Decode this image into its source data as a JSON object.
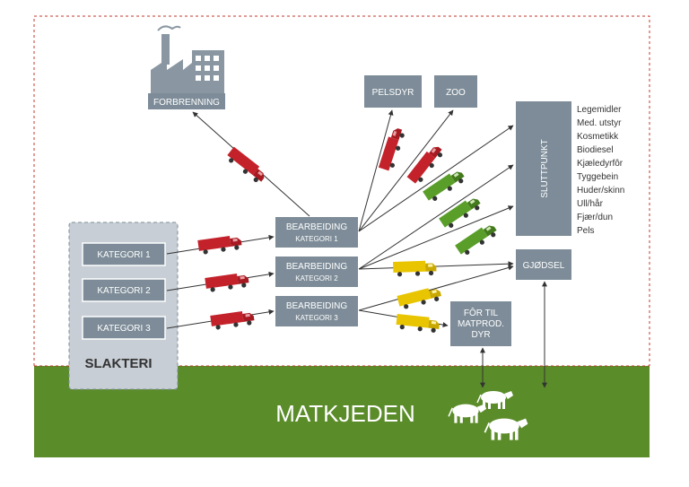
{
  "labels": {
    "forbrenning": "FORBRENNING",
    "pelsdyr": "PELSDYR",
    "zoo": "ZOO",
    "sluttpunkt": "SLUTTPUNKT",
    "gjodsel": "GJØDSEL",
    "for_til_1": "FÔR TIL",
    "for_til_2": "MATPROD.",
    "for_til_3": "DYR",
    "kategori1": "KATEGORI 1",
    "kategori2": "KATEGORI 2",
    "kategori3": "KATEGORI 3",
    "slakteri": "SLAKTERI",
    "bearbeiding": "BEARBEIDING",
    "bearb_kat1": "KATEGORI 1",
    "bearb_kat2": "KATEGORI 2",
    "bearb_kat3": "KATEGORI 3",
    "matkjeden": "MATKJEDEN"
  },
  "products": [
    "Legemidler",
    "Med. utstyr",
    "Kosmetikk",
    "Biodiesel",
    "Kjæledyrfôr",
    "Tyggebein",
    "Huder/skinn",
    "Ull/hår",
    "Fjær/dun",
    "Pels"
  ],
  "colors": {
    "box": "#7d8c98",
    "slakteri": "#c7ced5",
    "green": "#5b8c2a",
    "border_dash": "#c0392b",
    "truck_red": "#c4222b",
    "truck_green": "#5a9e2a",
    "truck_yellow": "#e8c500",
    "text_white": "#ffffff",
    "text_dark": "#333333"
  }
}
